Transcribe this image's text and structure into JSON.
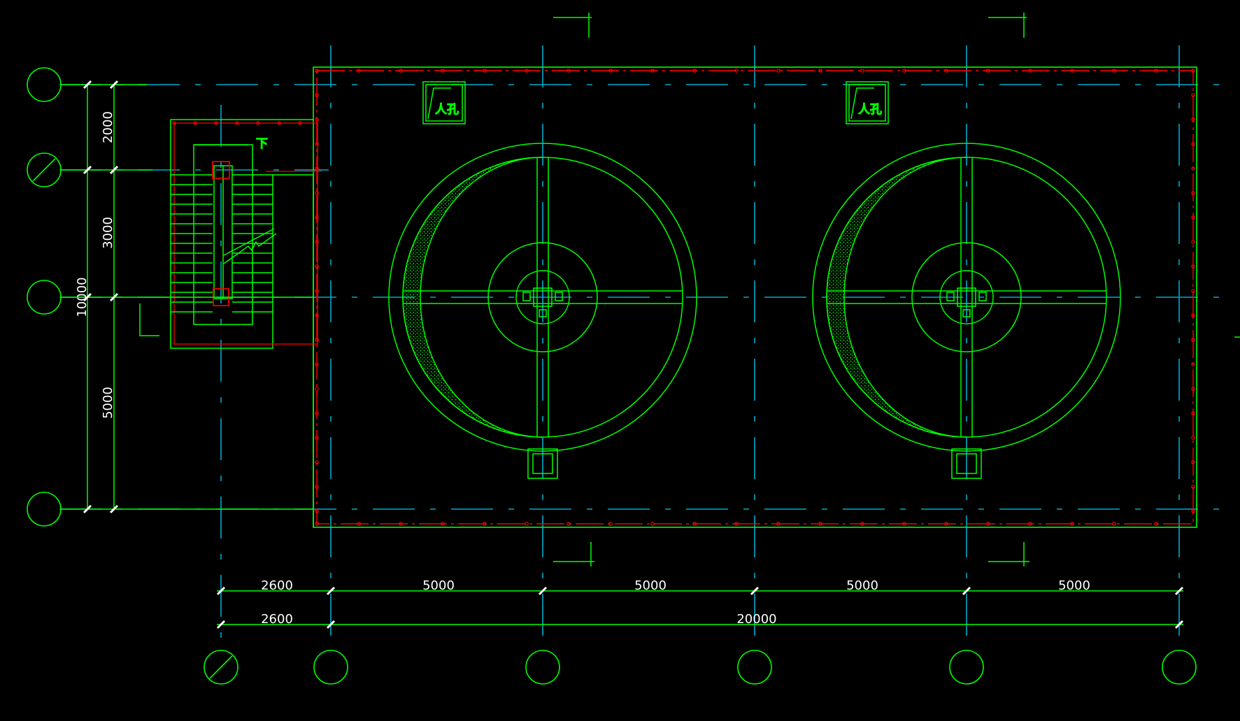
{
  "colors": {
    "background": "#000000",
    "wall": "#00ff00",
    "axis": "#00aacc",
    "rebar": "#ff0000",
    "text": "#ffffff",
    "hatch": "#00ff00"
  },
  "labels": {
    "manhole_left": "人孔",
    "manhole_right": "人孔",
    "stair_down": "下"
  },
  "dimensions": {
    "vertical": {
      "total": "10000",
      "segments": [
        "2000",
        "3000",
        "5000"
      ]
    },
    "horizontal_row1": [
      "2600",
      "5000",
      "5000",
      "5000",
      "5000"
    ],
    "horizontal_row2": [
      "2600",
      "20000"
    ]
  }
}
